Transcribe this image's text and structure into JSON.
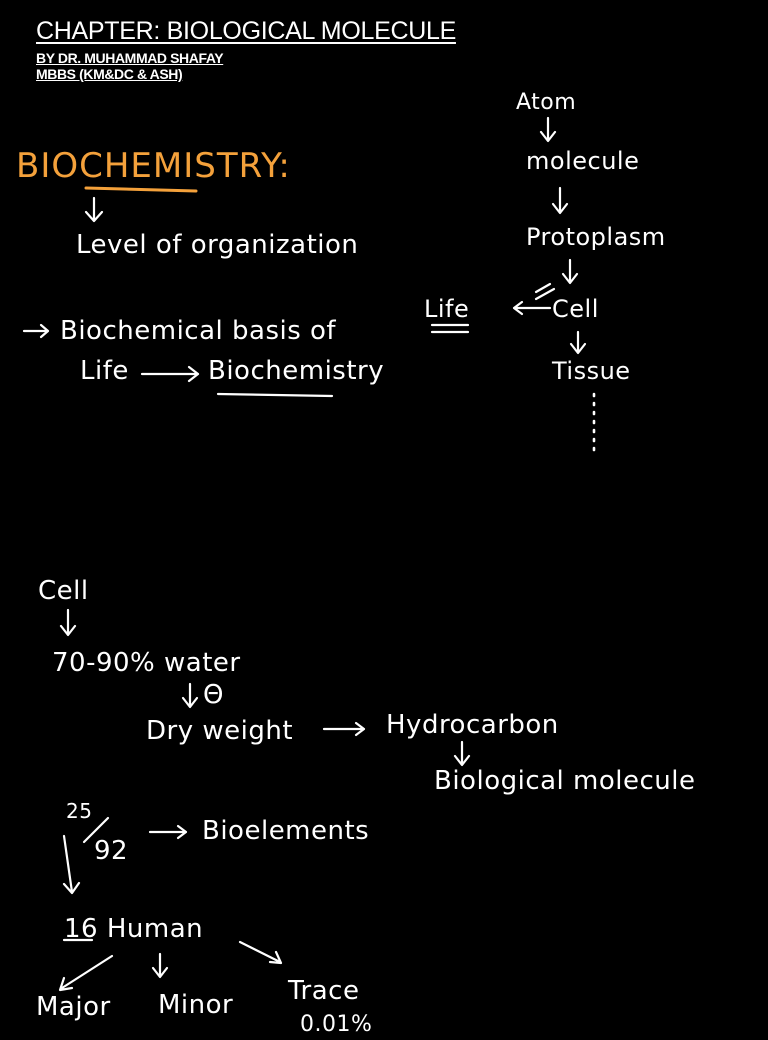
{
  "header": {
    "title": "CHAPTER: BIOLOGICAL MOLECULE",
    "author": "BY DR. MUHAMMAD SHAFAY",
    "credentials": "MBBS (KM&DC & ASH)"
  },
  "notes": {
    "biochemistry": "BIOCHEMISTRY:",
    "level_of_organization": "Level of organization",
    "biochemical_basis": "Biochemical basis of",
    "life_left": "Life",
    "biochemistry_lower": "Biochemistry",
    "hierarchy": [
      "Atom",
      "molecule",
      "Protoplasm",
      "Cell",
      "Tissue"
    ],
    "life_right": "Life",
    "cell": "Cell",
    "water": "70-90% water",
    "minus_symbol": "Θ",
    "dry_weight": "Dry weight",
    "hydrocarbon": "Hydrocarbon",
    "biological_molecule": "Biological molecule",
    "fraction_top": "25",
    "fraction_bottom": "92",
    "bioelements": "Bioelements",
    "human": "16 Human",
    "major": "Major",
    "minor": "Minor",
    "trace": "Trace",
    "partial_bottom": "0.01%"
  },
  "colors": {
    "background": "#000000",
    "ink": "#ffffff",
    "accent": "#f4a13b"
  }
}
